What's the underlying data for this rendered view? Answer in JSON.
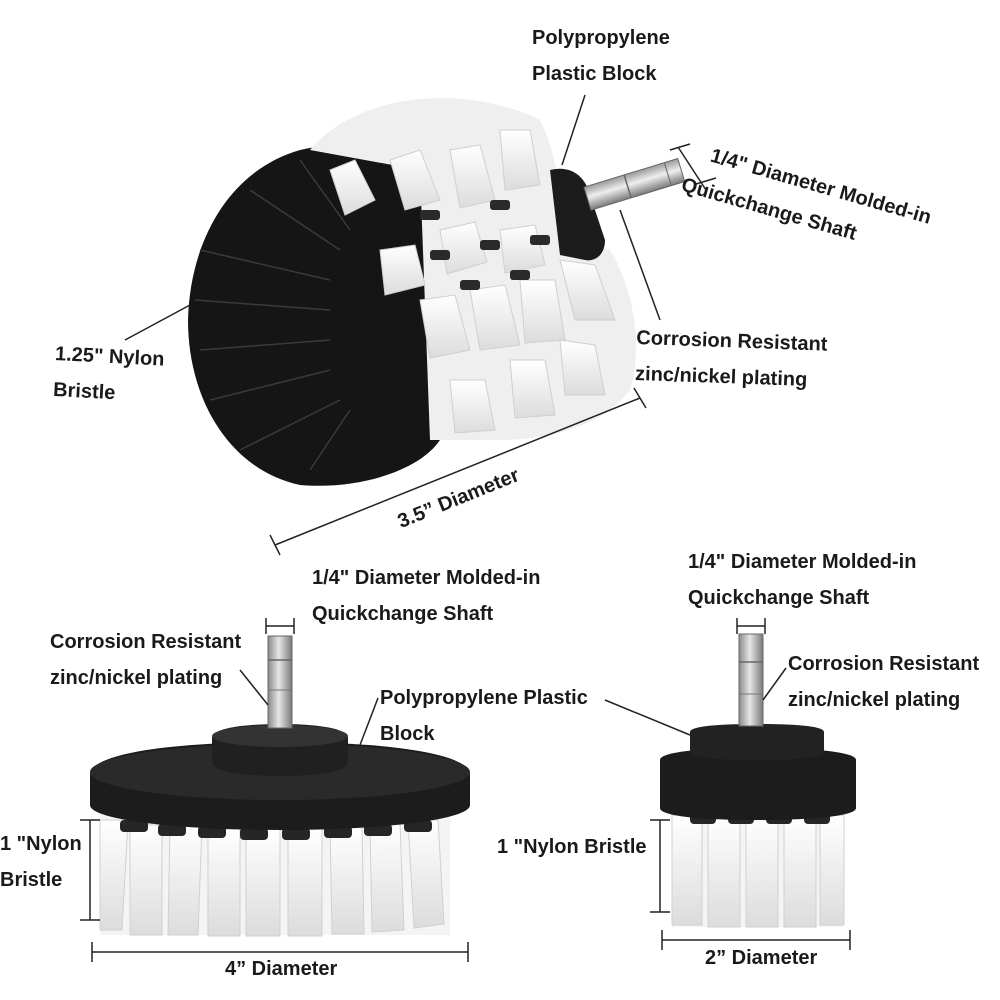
{
  "colors": {
    "background": "#ffffff",
    "bristle_white": "#f2f2f2",
    "bristle_black": "#141414",
    "block_black": "#1c1c1c",
    "shaft_metal": "#b9b9b9",
    "leader_line": "#222222"
  },
  "top_brush": {
    "block_label": [
      "Polypropylene",
      "Plastic Block"
    ],
    "shaft_label": [
      "1/4\" Diameter Molded-in",
      "Quickchange Shaft"
    ],
    "plating_label": [
      "Corrosion Resistant",
      "zinc/nickel plating"
    ],
    "bristle_label": [
      "1.25\" Nylon",
      "Bristle"
    ],
    "diameter_label": "3.5” Diameter"
  },
  "left_brush": {
    "shaft_label": [
      "1/4\" Diameter Molded-in",
      "Quickchange Shaft"
    ],
    "plating_label": [
      "Corrosion Resistant",
      "zinc/nickel plating"
    ],
    "block_label": [
      "Polypropylene Plastic",
      "Block"
    ],
    "bristle_label": [
      "1 \"Nylon",
      "Bristle"
    ],
    "diameter_label": "4”  Diameter"
  },
  "right_brush": {
    "shaft_label": [
      "1/4\" Diameter Molded-in",
      "Quickchange Shaft"
    ],
    "plating_label": [
      "Corrosion Resistant",
      "zinc/nickel plating"
    ],
    "bristle_label": "1 \"Nylon Bristle",
    "diameter_label": "2” Diameter"
  }
}
